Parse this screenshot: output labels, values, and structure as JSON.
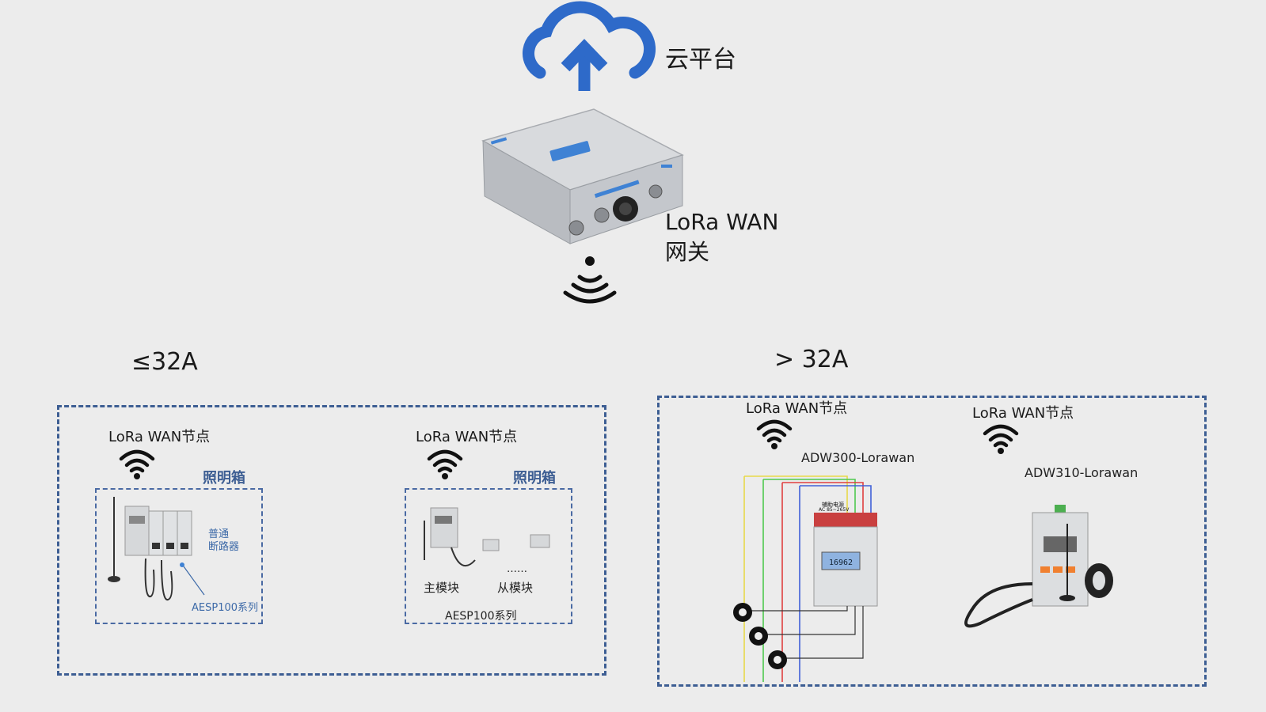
{
  "cloud": {
    "label": "云平台",
    "icon": "cloud-upload-icon",
    "color": "#2e6ac9"
  },
  "gateway": {
    "line1": "LoRa WAN",
    "line2": "网关",
    "icon": "signal-broadcast-icon"
  },
  "left_group": {
    "range": "≤32A",
    "nodes": [
      {
        "label": "LoRa WAN节点",
        "box_title": "照明箱",
        "breaker_label": [
          "普通",
          "断路器"
        ],
        "series": "AESP100系列"
      },
      {
        "label": "LoRa WAN节点",
        "box_title": "照明箱",
        "main_module": "主模块",
        "dots": "……",
        "slave_module": "从模块",
        "series": "AESP100系列"
      }
    ]
  },
  "right_group": {
    "range": "> 32A",
    "nodes": [
      {
        "label": "LoRa WAN节点",
        "model": "ADW300-Lorawan",
        "aux_power": "辅助电源",
        "aux_voltage": "AC 85~265V",
        "display_reading": "16962"
      },
      {
        "label": "LoRa WAN节点",
        "model": "ADW310-Lorawan"
      }
    ]
  },
  "colors": {
    "frame": "#3d5e93",
    "title_blue": "#3d5e93",
    "device_gray": "#c9ccd0"
  }
}
